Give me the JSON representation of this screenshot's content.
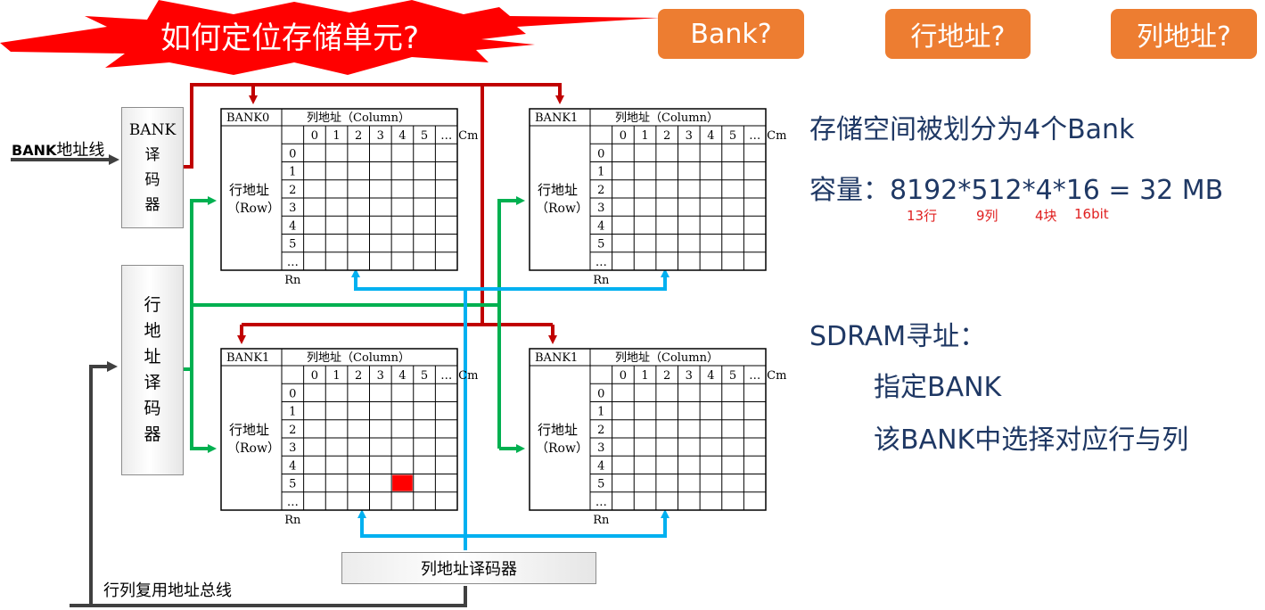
{
  "banner": {
    "text": "如何定位存储单元?"
  },
  "tags": [
    {
      "label": "Bank?"
    },
    {
      "label": "行地址?"
    },
    {
      "label": "列地址?"
    }
  ],
  "inputs": {
    "bank_line": {
      "bold": "BANK",
      "rest": "地址线"
    },
    "mux_bus": "行列复用地址总线"
  },
  "decoders": {
    "bank": [
      "BANK",
      "译",
      "码",
      "器"
    ],
    "row": [
      "行",
      "地",
      "址",
      "译",
      "码",
      "器"
    ],
    "column": "列地址译码器"
  },
  "banks": [
    {
      "name": "BANK0",
      "col_title": "列地址（Column）",
      "row_title": "行地址",
      "row_sub": "（Row）",
      "highlight": null
    },
    {
      "name": "BANK1",
      "col_title": "列地址（Column）",
      "row_title": "行地址",
      "row_sub": "（Row）",
      "highlight": null
    },
    {
      "name": "BANK1",
      "col_title": "列地址（Column）",
      "row_title": "行地址",
      "row_sub": "（Row）",
      "highlight": {
        "row": 5,
        "col": 4
      }
    },
    {
      "name": "BANK1",
      "col_title": "列地址（Column）",
      "row_title": "行地址",
      "row_sub": "（Row）",
      "highlight": null
    }
  ],
  "grid": {
    "col_headers": [
      "0",
      "1",
      "2",
      "3",
      "4",
      "5",
      "…",
      "Cm"
    ],
    "row_headers": [
      "0",
      "1",
      "2",
      "3",
      "4",
      "5",
      "…",
      "Rn"
    ]
  },
  "info": {
    "line1": "存储空间被划分为4个Bank",
    "line2": "容量：8192*512*4*16 = 32 MB",
    "notes": [
      "13行",
      "9列",
      "4块",
      "16bit"
    ],
    "sdram_title": "SDRAM寻址：",
    "step1": "指定BANK",
    "step2": "该BANK中选择对应行与列"
  },
  "colors": {
    "bank_wire": "#c00000",
    "row_wire": "#00b050",
    "col_wire": "#00b0f0",
    "bus_wire": "#404040",
    "highlight_cell": "#ff0000",
    "tag_bg": "#ed7d31",
    "info_text": "#1f3864",
    "note_text": "#e02020"
  }
}
